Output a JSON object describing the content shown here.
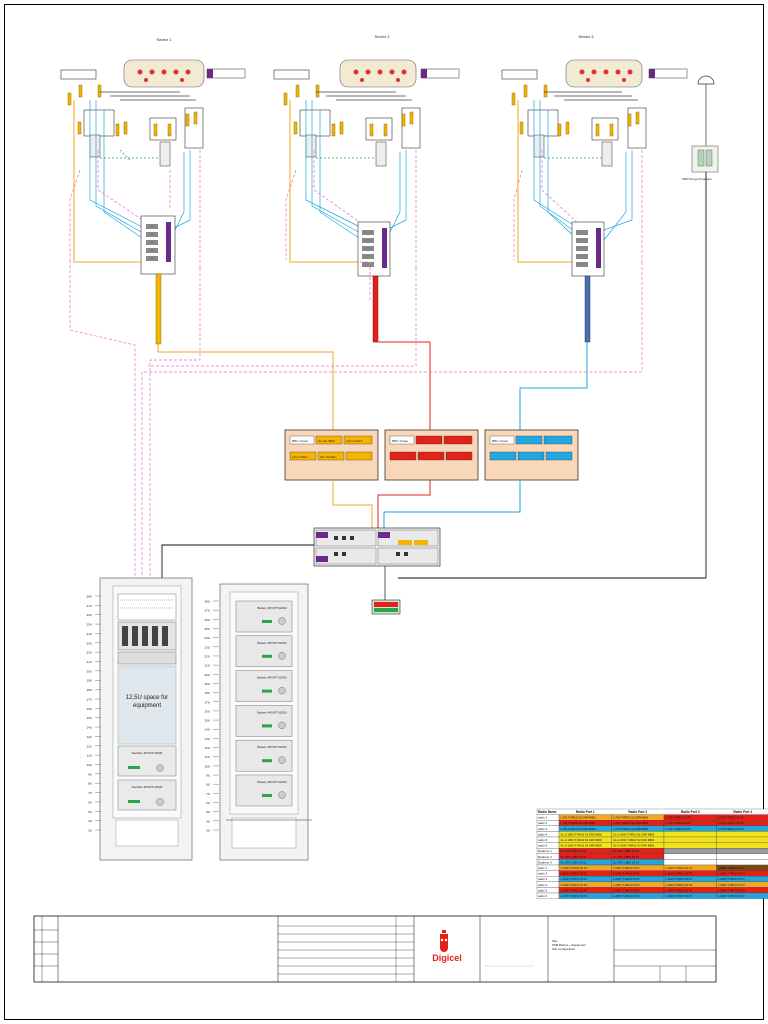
{
  "sectors": [
    {
      "id": "sector1",
      "label": "Sector 1"
    },
    {
      "id": "sector2",
      "label": "Sector 2"
    },
    {
      "id": "sector3",
      "label": "Sector 3"
    }
  ],
  "gps": {
    "label": "PRM Surge Protection"
  },
  "bbu": [
    {
      "label": "BBU 4 base",
      "cells": [
        "GL-4G-3800",
        "L2G 4-0ELX",
        "L2G 4-DEU",
        "GIL 4G-0EU"
      ]
    },
    {
      "label": "BBU 4 base",
      "cells": [
        "",
        "",
        "",
        "",
        ""
      ]
    },
    {
      "label": "BBU 4 base",
      "cells": [
        "",
        "",
        "",
        "",
        ""
      ]
    }
  ],
  "rack1": {
    "units": [
      "28U",
      "27U",
      "26U",
      "25U",
      "24U",
      "23U",
      "22U",
      "21U",
      "20U",
      "19U",
      "18U",
      "17U",
      "16U",
      "15U",
      "14U",
      "13U",
      "12U",
      "11U",
      "10U",
      "9U",
      "8U",
      "7U",
      "6U",
      "5U",
      "4U",
      "3U"
    ],
    "space_label": "12,5U space for equipment",
    "rectifiers": [
      "Rectifier 48V/PTU2000",
      "Rectifier 48V/PTU2000"
    ]
  },
  "rack2": {
    "units": [
      "28U",
      "27U",
      "26U",
      "25U",
      "24U",
      "23U",
      "22U",
      "21U",
      "20U",
      "19U",
      "18U",
      "17U",
      "16U",
      "15U",
      "14U",
      "13U",
      "12U",
      "11U",
      "10U",
      "9U",
      "8U",
      "7U",
      "6U",
      "5U",
      "4U",
      "3U"
    ],
    "modules": [
      "Battery 48V/PTU2000",
      "Battery 48V/PTU2000",
      "Battery 48V/PTU2000",
      "Battery 48V/PTU2000",
      "Battery 48V/PTU2000",
      "Battery 48V/PTU2000"
    ]
  },
  "port_table": {
    "headers": [
      "Radio Name",
      "Radio Port 1",
      "Radio Port 2",
      "Radio Port 3",
      "Radio Port 4"
    ],
    "rows": [
      {
        "name": "radio 1",
        "cells": [
          "L-700 /T-RRU2 S1 GRR M800",
          "L-700 /T-RRU2 S1 GRR M800",
          "L-700 /T-RRU2 S1 PX",
          "L-700 /T-RRU2 S1 PX"
        ],
        "colors": [
          "#f5a623",
          "#f5a623",
          "#e32119",
          "#e32119"
        ]
      },
      {
        "name": "radio 2",
        "cells": [
          "L-700 /T-RRU2 S2 GRR M800",
          "L-700 /T-RRU2 S2 GRR M800",
          "L-700 /T-RRU2 S2 PX",
          "L-700 /T-RRU2 S2 PX"
        ],
        "colors": [
          "#e32119",
          "#e32119",
          "#e32119",
          "#e32119"
        ]
      },
      {
        "name": "radio 3",
        "cells": [
          "L-700 /T-RRU2 S3 GRR M800",
          "L-700 /T-RRU2 S3 GRR M800",
          "L-700 /T-RRU2 S3 PX",
          "L-700 /T-RRU2 S3 PX"
        ],
        "colors": [
          "#1fa7e0",
          "#1fa7e0",
          "#1fa7e0",
          "#1fa7e0"
        ]
      },
      {
        "name": "radio 4",
        "cells": [
          "GL-G 1800 /T-RRU2 S1 GRR M800",
          "GL-G 1800 /T-RRU2 S1 GRR M800",
          "",
          ""
        ],
        "colors": [
          "#f2e21c",
          "#f2e21c",
          "#f2e21c",
          "#f2e21c"
        ]
      },
      {
        "name": "radio 5",
        "cells": [
          "GL-G 1800 /T-RRU2 S2 GRR M800",
          "GL-G 1800 /T-RRU2 S2 GRR M800",
          "",
          ""
        ],
        "colors": [
          "#f2e21c",
          "#f2e21c",
          "#f2e21c",
          "#f2e21c"
        ]
      },
      {
        "name": "radio 6",
        "cells": [
          "GL-G 1800 /T-RRU2 S3 GRR M800",
          "GL-G 1800 /T-RRU2 S3 GRR M800",
          "",
          ""
        ],
        "colors": [
          "#f2e21c",
          "#f2e21c",
          "#f2e21c",
          "#f2e21c"
        ]
      },
      {
        "name": "Radome 1",
        "cells": [
          "GL-GPS 1-BBU S1 S1",
          "GL-GPS 1-BBU S1 S1",
          "",
          ""
        ],
        "colors": [
          "#e32119",
          "#e32119",
          "#9b9b9b",
          "#9b9b9b"
        ]
      },
      {
        "name": "Radome 2",
        "cells": [
          "GL-GPS 1-BBU S2 S1",
          "GL-GPS 1-BBU S2 S1",
          "",
          ""
        ],
        "colors": [
          "#e32119",
          "#e32119",
          "#ffffff",
          "#ffffff"
        ]
      },
      {
        "name": "Radome 3",
        "cells": [
          "GL-GPS 1-BBU S3 S1",
          "GL-GPS 1-BBU S3 S1",
          "",
          ""
        ],
        "colors": [
          "#1fa7e0",
          "#1fa7e0",
          "#ffffff",
          "#ffffff"
        ]
      },
      {
        "name": "radio 1",
        "cells": [
          "L-2600 /T-RRU2 S1 P1",
          "L-2600 /T-RRU2 S1 P1",
          "L-2600 /T-RRU2 S1 P1",
          "L-2600 /T-RRU2 S1 P1"
        ],
        "colors": [
          "#f5a623",
          "#f5a623",
          "#f5a623",
          "#7b4a12"
        ]
      },
      {
        "name": "radio 2",
        "cells": [
          "L-2600 /T-RRU2 S2 P1",
          "L-2600 /T-RRU2 S2 P1",
          "L-2600 /T-RRU2 S2 P1",
          "L-2600 /T-RRU2 S2 P1"
        ],
        "colors": [
          "#e32119",
          "#e32119",
          "#e32119",
          "#e32119"
        ]
      },
      {
        "name": "radio 3",
        "cells": [
          "L-2600 /T-RRU2 S3 P1",
          "L-2600 /T-RRU2 S3 P1",
          "L-2600 /T-RRU2 S3 P1",
          "L-2600 /T-RRU2 S3 P1"
        ],
        "colors": [
          "#1fa7e0",
          "#1fa7e0",
          "#1fa7e0",
          "#1fa7e0"
        ]
      },
      {
        "name": "radio 4",
        "cells": [
          "L-2600 /T-RRU2 S1 P2",
          "L-2600 /T-RRU2 S1 P2",
          "L-2600 /T-RRU2 S1 P2",
          "L-2600 /T-RRU2 S1 P2"
        ],
        "colors": [
          "#f5a623",
          "#f5a623",
          "#f5a623",
          "#f5a623"
        ]
      },
      {
        "name": "radio 5",
        "cells": [
          "L-2600 /T-RRU2 S2 P2",
          "L-2600 /T-RRU2 S2 P2",
          "L-2600 /T-RRU2 S2 P2",
          "L-2600 /T-RRU2 S2 P2"
        ],
        "colors": [
          "#e32119",
          "#e32119",
          "#e32119",
          "#e32119"
        ]
      },
      {
        "name": "radio 6",
        "cells": [
          "L-2600 /T-RRU2 S3 P2",
          "L-2600 /T-RRU2 S3 P2",
          "L-2600 /T-RRU2 S3 P2",
          "L-2600 /T-RRU2 S3 P2"
        ],
        "colors": [
          "#1fa7e0",
          "#1fa7e0",
          "#1fa7e0",
          "#1fa7e0"
        ]
      }
    ]
  },
  "title_block": {
    "brand": "Digicel",
    "drawing_title": "Site\nPSB Radios + Equipment\nSite configuration",
    "status": ""
  },
  "colors": {
    "sector1": "#f5a623",
    "sector2": "#e32119",
    "sector3": "#1fa7e0",
    "bbu_bg": "#f9d7b8",
    "brand_red": "#e32119"
  }
}
